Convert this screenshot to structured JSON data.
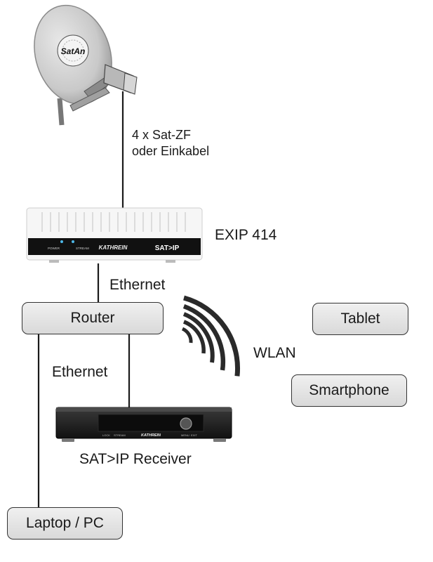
{
  "satellite": {
    "brand": "SatAn",
    "brand_ring": "KATHREIN"
  },
  "cable_label": {
    "line1": "4 x Sat-ZF",
    "line2": "oder Einkabel"
  },
  "exip": {
    "name": "EXIP 414",
    "brand": "KATHREIN",
    "logo": "SAT>IP",
    "led_labels": [
      "POWER",
      "STREAM"
    ]
  },
  "links": {
    "ethernet_top": "Ethernet",
    "ethernet_left": "Ethernet",
    "wlan": "WLAN"
  },
  "devices": {
    "router": "Router",
    "tablet": "Tablet",
    "smartphone": "Smartphone",
    "laptop": "Laptop / PC"
  },
  "receiver": {
    "name": "SAT>IP Receiver",
    "brand": "KATHREIN",
    "led_labels": [
      "LOCK",
      "STREAM"
    ],
    "button_labels": [
      "MENU",
      "EXIT"
    ]
  },
  "colors": {
    "line": "#1a1a1a",
    "box_fill": "#e4e4e4",
    "wifi": "#2a2a2a",
    "receiver_body": "#1c1c1c"
  }
}
